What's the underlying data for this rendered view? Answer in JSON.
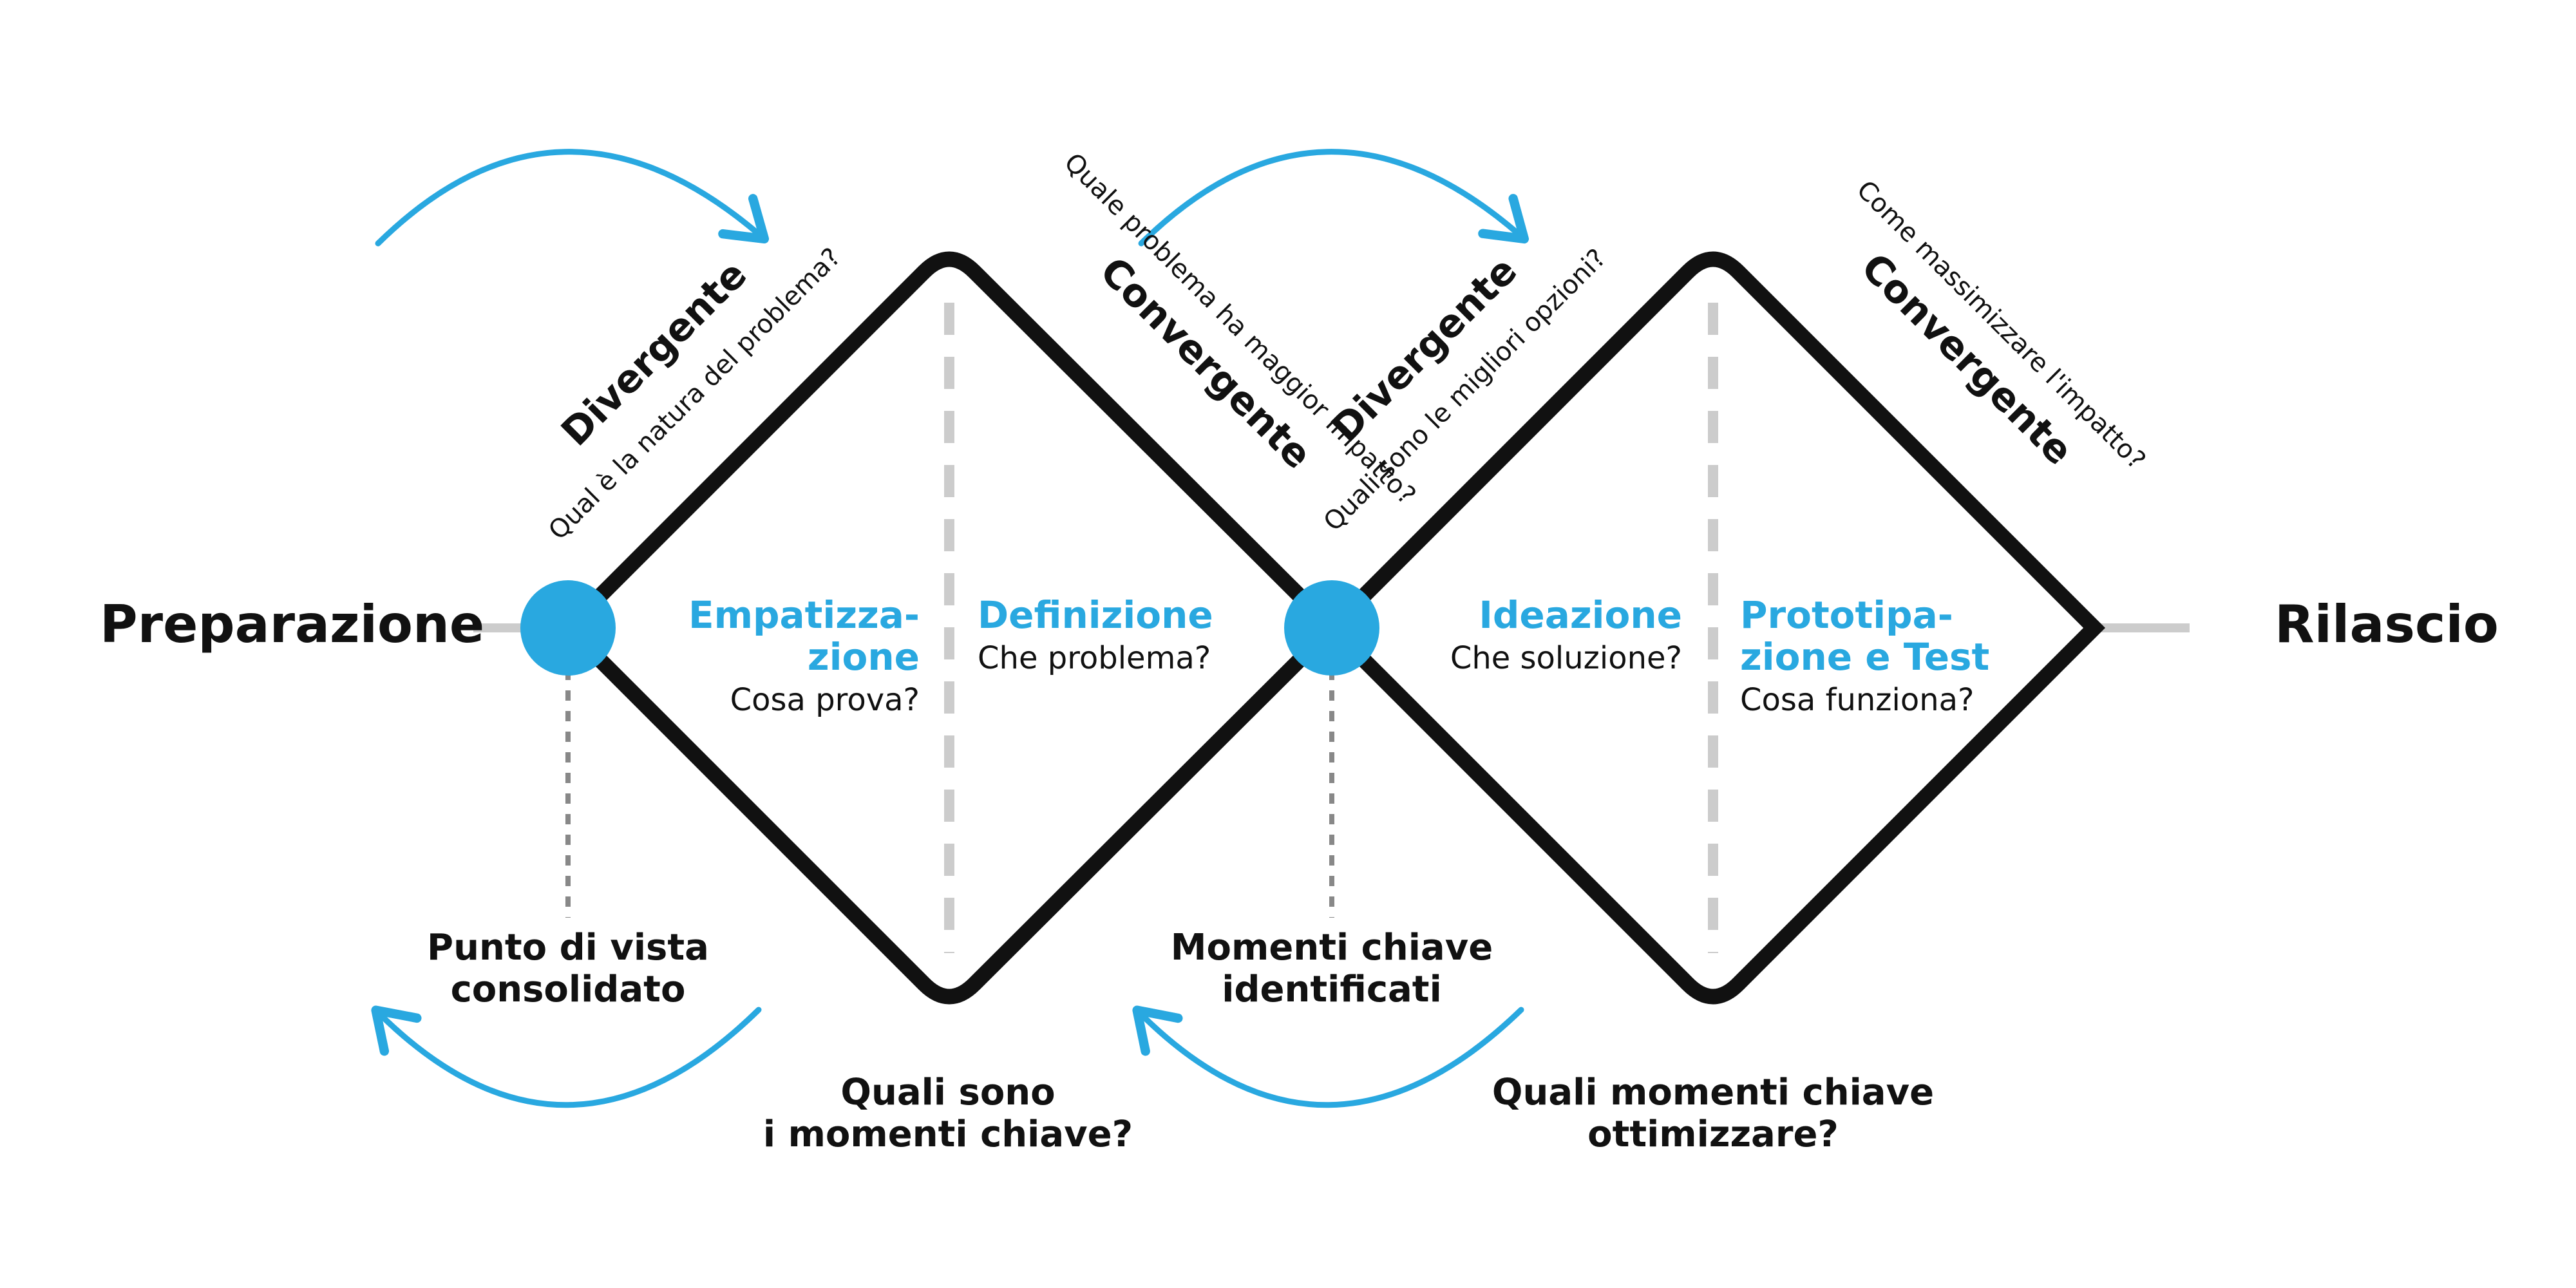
{
  "colors": {
    "accent": "#29a8e0",
    "outline": "#111111",
    "connector": "#cccccc",
    "divider": "#cccccc",
    "dotted": "#888888"
  },
  "start_label": "Preparazione",
  "end_label": "Rilascio",
  "diamonds": [
    {
      "divergent": {
        "title": "Divergente",
        "question": "Qual è la natura del problema?"
      },
      "convergent": {
        "title": "Convergente",
        "question": "Quale problema ha maggior impatto?"
      },
      "left_phase": {
        "title_lines": [
          "Empatizza-",
          "zione"
        ],
        "question": "Cosa prova?"
      },
      "right_phase": {
        "title_lines": [
          "Definizione"
        ],
        "question": "Che problema?"
      }
    },
    {
      "divergent": {
        "title": "Divergente",
        "question": "Quali sono le migliori opzioni?"
      },
      "convergent": {
        "title": "Convergente",
        "question": "Come massimizzare l'impatto?"
      },
      "left_phase": {
        "title_lines": [
          "Ideazione"
        ],
        "question": "Che soluzione?"
      },
      "right_phase": {
        "title_lines": [
          "Prototipa-",
          "zione e Test"
        ],
        "question": "Cosa funziona?"
      }
    }
  ],
  "outcomes": [
    {
      "lines": [
        "Punto di vista",
        "consolidato"
      ]
    },
    {
      "lines": [
        "Momenti chiave",
        "identificati"
      ]
    }
  ],
  "bottom_questions": [
    {
      "lines": [
        "Quali sono",
        "i momenti chiave?"
      ]
    },
    {
      "lines": [
        "Quali momenti chiave",
        "ottimizzare?"
      ]
    }
  ],
  "icons": {
    "forward_arrows": [
      "arrow-forward-icon",
      "arrow-forward-icon"
    ],
    "back_arrows": [
      "arrow-back-icon",
      "arrow-back-icon"
    ],
    "milestones": [
      "milestone-dot-icon",
      "milestone-dot-icon"
    ]
  }
}
